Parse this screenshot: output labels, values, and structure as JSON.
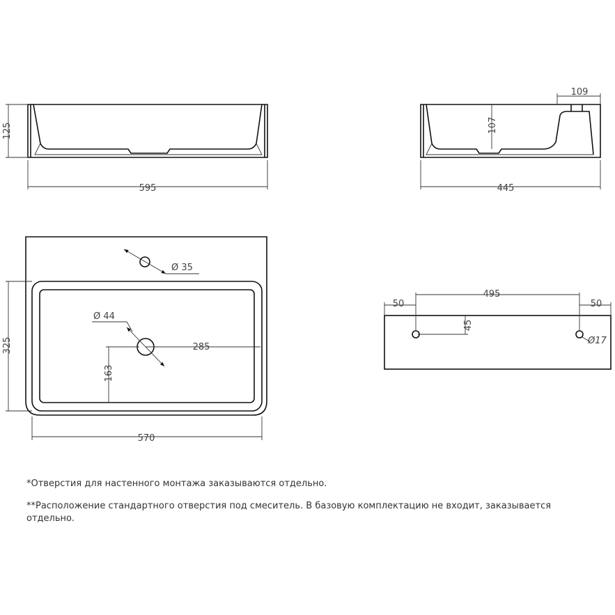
{
  "dimensions": {
    "front_height": "125",
    "front_width": "595",
    "side_depth": "109",
    "side_inner_height": "107",
    "side_width": "445",
    "tap_hole": "Ø 35",
    "drain_hole": "Ø 44",
    "top_depth": "325",
    "top_inner_width": "570",
    "drain_offset_x": "285",
    "drain_offset_y": "163",
    "back_offset_left": "50",
    "back_hole_spacing": "495",
    "back_offset_right": "50",
    "back_hole_height": "45",
    "mount_hole": "Ø17"
  },
  "notes": {
    "note1": "*Отверстия для настенного монтажа заказываются отдельно.",
    "note2": "**Расположение стандартного отверстия под смеситель. В базовую комплектацию не входит, заказывается отдельно."
  }
}
